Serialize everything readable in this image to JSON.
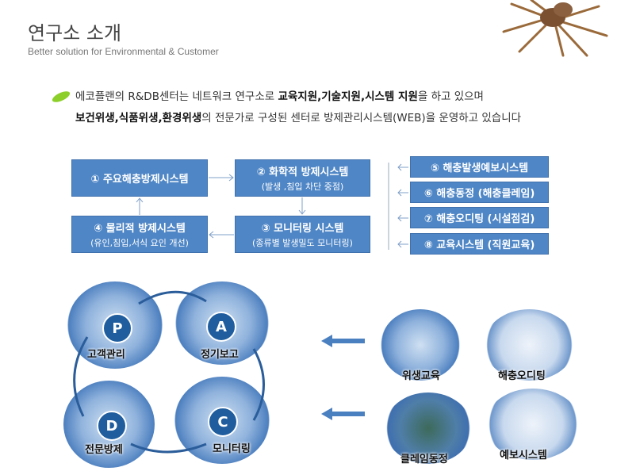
{
  "header": {
    "title": "연구소 소개",
    "subtitle": "Better  solution for Environmental & Customer"
  },
  "intro": {
    "line1_a": "에코플랜의  R&DB센터는 네트워크 연구소로 ",
    "line1_b": "교육지원,기술지원,시스템 지원",
    "line1_c": "을 하고 있으며",
    "line2_a": "보건위생,식품위생,환경위생",
    "line2_b": "의 전문가로 구성된 센터로 방제관리시스템(WEB)을 운영하고 있습니다"
  },
  "flow": [
    {
      "title": "① 주요해충방제시스템",
      "sub": ""
    },
    {
      "title": "② 화학적 방제시스템",
      "sub": "(발생 ,침입 차단 중점)"
    },
    {
      "title": "③ 모니터링 시스템",
      "sub": "(종류별 발생밀도 모니터링)"
    },
    {
      "title": "④ 물리적 방제시스템",
      "sub": "(유인,침입,서식 요인 개선)"
    }
  ],
  "support": [
    "⑤ 해충발생예보시스템",
    "⑥ 해충동정 (해충클레임)",
    "⑦ 해충오디팅 (시설점검)",
    "⑧ 교육시스템 (직원교육)"
  ],
  "cycle": [
    {
      "letter": "P",
      "label": "고객관리"
    },
    {
      "letter": "A",
      "label": "정기보고"
    },
    {
      "letter": "D",
      "label": "전문방제"
    },
    {
      "letter": "C",
      "label": "모니터링"
    }
  ],
  "services": [
    "위생교육",
    "해충오디팅",
    "클레임동정",
    "예보시스템"
  ],
  "colors": {
    "box": "#4f86c6",
    "letter": "#1f5d9e"
  }
}
